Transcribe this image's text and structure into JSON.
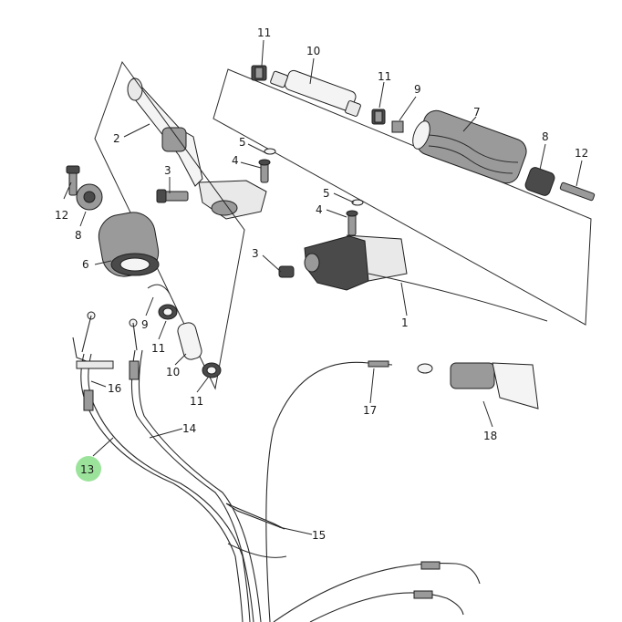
{
  "diagram": {
    "callouts": [
      {
        "id": "c11a",
        "label": "11"
      },
      {
        "id": "c10a",
        "label": "10"
      },
      {
        "id": "c11b",
        "label": "11"
      },
      {
        "id": "c9a",
        "label": "9"
      },
      {
        "id": "c7",
        "label": "7"
      },
      {
        "id": "c8a",
        "label": "8"
      },
      {
        "id": "c12a",
        "label": "12"
      },
      {
        "id": "c2",
        "label": "2"
      },
      {
        "id": "c5a",
        "label": "5"
      },
      {
        "id": "c4a",
        "label": "4"
      },
      {
        "id": "c3a",
        "label": "3"
      },
      {
        "id": "c5b",
        "label": "5"
      },
      {
        "id": "c4b",
        "label": "4"
      },
      {
        "id": "c3b",
        "label": "3"
      },
      {
        "id": "c1",
        "label": "1"
      },
      {
        "id": "c12b",
        "label": "12"
      },
      {
        "id": "c8b",
        "label": "8"
      },
      {
        "id": "c6",
        "label": "6"
      },
      {
        "id": "c9b",
        "label": "9"
      },
      {
        "id": "c11c",
        "label": "11"
      },
      {
        "id": "c10b",
        "label": "10"
      },
      {
        "id": "c11d",
        "label": "11"
      },
      {
        "id": "c16",
        "label": "16"
      },
      {
        "id": "c14",
        "label": "14"
      },
      {
        "id": "c13",
        "label": "13",
        "highlighted": true
      },
      {
        "id": "c17",
        "label": "17"
      },
      {
        "id": "c18",
        "label": "18"
      },
      {
        "id": "c15",
        "label": "15"
      }
    ],
    "highlight_color": "#9be39b"
  }
}
